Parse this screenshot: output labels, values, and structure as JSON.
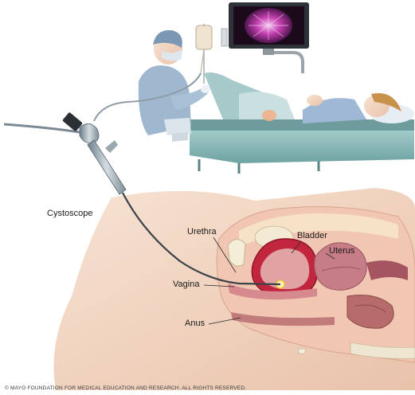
{
  "labels": {
    "cystoscope": "Cystoscope",
    "urethra": "Urethra",
    "bladder": "Bladder",
    "uterus": "Uterus",
    "vagina": "Vagina",
    "anus": "Anus"
  },
  "copyright": "© MAYO FOUNDATION FOR MEDICAL EDUCATION AND RESEARCH. ALL RIGHTS RESERVED.",
  "colors": {
    "skin": "#f3d8c4",
    "bladder": "#c2263f",
    "uterus": "#c77d86",
    "table": "#8fbcbc",
    "scrubs": "#9fb8cf"
  }
}
